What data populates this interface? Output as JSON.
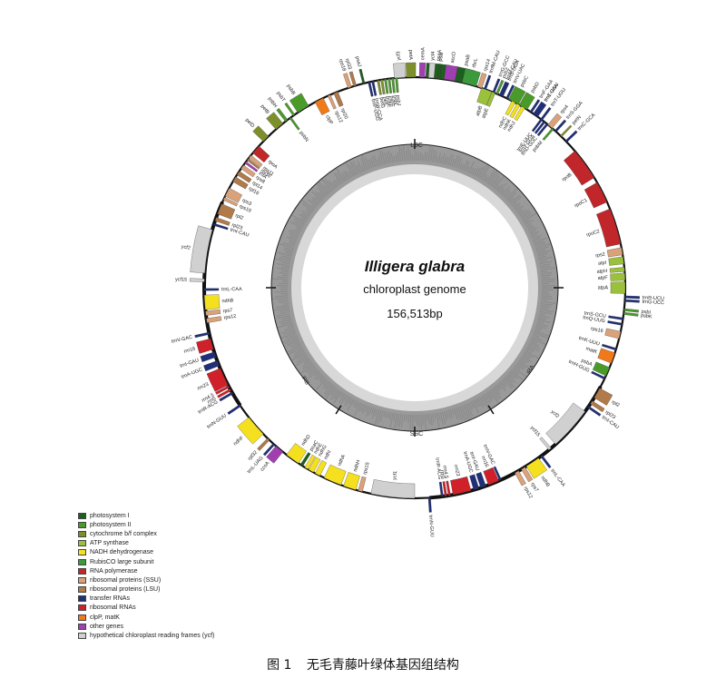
{
  "genome": {
    "species": "Illigera glabra",
    "type_label": "chloroplast genome",
    "size_label": "156,513bp"
  },
  "regions": {
    "lsc": "LSC",
    "ssc": "SSC",
    "ira": "IRA",
    "irb": "IRB"
  },
  "colors": {
    "photosystem_I": "#1e5e1e",
    "photosystem_II": "#4a9a2a",
    "cytochrome": "#7d8f2a",
    "atp": "#9bc13c",
    "ndh": "#f5e020",
    "rubisco": "#3c9a3c",
    "rna_pol": "#c0262a",
    "rps": "#d9a27a",
    "rpl": "#b07a4a",
    "trna": "#1f2f7a",
    "rrna": "#d0202a",
    "clp_mat": "#f07a1a",
    "other": "#a040b0",
    "ycf": "#d0d0d0"
  },
  "genes": [
    {
      "name": "ycf3",
      "angle": -94,
      "span": 3,
      "cat": "ycf",
      "out": true
    },
    {
      "name": "psaA",
      "angle": -84,
      "span": 6,
      "cat": "photosystem_I",
      "out": true
    },
    {
      "name": "psaB",
      "angle": -77,
      "span": 5,
      "cat": "photosystem_I",
      "out": true
    },
    {
      "name": "rps14",
      "angle": -72,
      "span": 1.2,
      "cat": "rps",
      "out": true
    },
    {
      "name": "trnfM-CAU",
      "angle": -70.5,
      "span": 0.6,
      "cat": "trna",
      "out": true
    },
    {
      "name": "trnG-GCC",
      "angle": -68,
      "span": 0.6,
      "cat": "trna",
      "out": true
    },
    {
      "name": "psbZ",
      "angle": -67,
      "span": 0.6,
      "cat": "photosystem_II",
      "out": true
    },
    {
      "name": "trnS-UGA",
      "angle": -65.5,
      "span": 0.6,
      "cat": "trna",
      "out": true
    },
    {
      "name": "psbC",
      "angle": -62,
      "span": 3,
      "cat": "photosystem_II",
      "out": true
    },
    {
      "name": "psbD",
      "angle": -59,
      "span": 2.5,
      "cat": "photosystem_II",
      "out": true
    },
    {
      "name": "trnT-GGU",
      "angle": -55,
      "span": 0.6,
      "cat": "trna",
      "out": true
    },
    {
      "name": "trnE-UUC",
      "angle": -53,
      "span": 0.6,
      "cat": "trna",
      "out": false
    },
    {
      "name": "trnY-GUA",
      "angle": -52,
      "span": 0.6,
      "cat": "trna",
      "out": false
    },
    {
      "name": "trnD-GUC",
      "angle": -51,
      "span": 0.6,
      "cat": "trna",
      "out": false
    },
    {
      "name": "psbM",
      "angle": -49,
      "span": 0.6,
      "cat": "photosystem_II",
      "out": false
    },
    {
      "name": "petN",
      "angle": -46,
      "span": 0.5,
      "cat": "cytochrome",
      "out": true
    },
    {
      "name": "trnC-GCA",
      "angle": -44,
      "span": 0.6,
      "cat": "trna",
      "out": true
    },
    {
      "name": "rpoB",
      "angle": -36,
      "span": 9,
      "cat": "rna_pol",
      "out": false
    },
    {
      "name": "rpoC1",
      "angle": -27,
      "span": 6,
      "cat": "rna_pol",
      "out": false
    },
    {
      "name": "rpoC2",
      "angle": -17,
      "span": 10,
      "cat": "rna_pol",
      "out": false
    },
    {
      "name": "rps2",
      "angle": -10,
      "span": 2,
      "cat": "rps",
      "out": false
    },
    {
      "name": "atpI",
      "angle": -7.5,
      "span": 2,
      "cat": "atp",
      "out": false
    },
    {
      "name": "atpH",
      "angle": -5,
      "span": 1.2,
      "cat": "atp",
      "out": false
    },
    {
      "name": "atpF",
      "angle": -3,
      "span": 2,
      "cat": "atp",
      "out": false
    },
    {
      "name": "atpA",
      "angle": 0,
      "span": 3.2,
      "cat": "atp",
      "out": false
    },
    {
      "name": "trnR-UCU",
      "angle": 2.5,
      "span": 0.6,
      "cat": "trna",
      "out": true
    },
    {
      "name": "trnG-UCC",
      "angle": 3.5,
      "span": 0.6,
      "cat": "trna",
      "out": true
    },
    {
      "name": "psbI",
      "angle": 6,
      "span": 0.6,
      "cat": "photosystem_II",
      "out": true
    },
    {
      "name": "psbK",
      "angle": 7,
      "span": 0.6,
      "cat": "photosystem_II",
      "out": true
    },
    {
      "name": "trnS-GCU",
      "angle": 8.5,
      "span": 0.6,
      "cat": "trna",
      "out": false
    },
    {
      "name": "trnQ-UUG",
      "angle": 10,
      "span": 0.6,
      "cat": "trna",
      "out": false
    },
    {
      "name": "rps16",
      "angle": 13,
      "span": 2,
      "cat": "rps",
      "out": false
    },
    {
      "name": "trnK-UUU",
      "angle": 17,
      "span": 0.6,
      "cat": "trna",
      "out": false
    },
    {
      "name": "matK",
      "angle": 19.5,
      "span": 3,
      "cat": "clp_mat",
      "out": false
    },
    {
      "name": "psbA",
      "angle": 23.5,
      "span": 2.5,
      "cat": "photosystem_II",
      "out": false
    },
    {
      "name": "trnH-GUG",
      "angle": 25.5,
      "span": 0.6,
      "cat": "trna",
      "out": false
    },
    {
      "name": "rpl2",
      "angle": 30,
      "span": 3,
      "cat": "rpl",
      "out": true
    },
    {
      "name": "rpl23",
      "angle": 33,
      "span": 1,
      "cat": "rpl",
      "out": true
    },
    {
      "name": "trnI-CAU",
      "angle": 34.5,
      "span": 0.6,
      "cat": "trna",
      "out": true
    },
    {
      "name": "ycf2",
      "angle": 42,
      "span": 12,
      "cat": "ycf",
      "out": false
    },
    {
      "name": "ycf15",
      "angle": 50,
      "span": 0.8,
      "cat": "ycf",
      "out": false
    },
    {
      "name": "trnL-CAA",
      "angle": 53,
      "span": 0.6,
      "cat": "trna",
      "out": true
    },
    {
      "name": "ndhB",
      "angle": 56,
      "span": 4,
      "cat": "ndh",
      "out": true
    },
    {
      "name": "rps7",
      "angle": 59,
      "span": 1.2,
      "cat": "rps",
      "out": true
    },
    {
      "name": "rps12",
      "angle": 61,
      "span": 1.2,
      "cat": "rps",
      "out": true
    },
    {
      "name": "trnV-GAC",
      "angle": 66,
      "span": 0.6,
      "cat": "trna",
      "out": false
    },
    {
      "name": "rrn16",
      "angle": 68,
      "span": 3,
      "cat": "rrna",
      "out": false
    },
    {
      "name": "trnI-GAU",
      "angle": 71,
      "span": 1.5,
      "cat": "trna",
      "out": false
    },
    {
      "name": "trnA-UGC",
      "angle": 73,
      "span": 1.5,
      "cat": "trna",
      "out": false
    },
    {
      "name": "rrn23",
      "angle": 77,
      "span": 5,
      "cat": "rrna",
      "out": false
    },
    {
      "name": "rrn4.5",
      "angle": 80.5,
      "span": 0.6,
      "cat": "rrna",
      "out": false
    },
    {
      "name": "rrn5",
      "angle": 81.5,
      "span": 0.6,
      "cat": "rrna",
      "out": false
    },
    {
      "name": "trnR-ACG",
      "angle": 82.5,
      "span": 0.6,
      "cat": "trna",
      "out": false
    },
    {
      "name": "trnN-GUU",
      "angle": 86,
      "span": 0.6,
      "cat": "trna",
      "out": true
    },
    {
      "name": "ycf1",
      "angle": 96,
      "span": 12,
      "cat": "ycf",
      "out": false
    },
    {
      "name": "rps15",
      "angle": 105,
      "span": 1.2,
      "cat": "rps",
      "out": false
    },
    {
      "name": "ndhH",
      "angle": 108,
      "span": 3.5,
      "cat": "ndh",
      "out": false
    },
    {
      "name": "ndhA",
      "angle": 113,
      "span": 5,
      "cat": "ndh",
      "out": false
    },
    {
      "name": "ndhI",
      "angle": 117.5,
      "span": 1.5,
      "cat": "ndh",
      "out": false
    },
    {
      "name": "ndhG",
      "angle": 119.5,
      "span": 1.5,
      "cat": "ndh",
      "out": false
    },
    {
      "name": "ndhE",
      "angle": 121,
      "span": 1,
      "cat": "ndh",
      "out": false
    },
    {
      "name": "psaC",
      "angle": 122.5,
      "span": 0.8,
      "cat": "photosystem_I",
      "out": false
    },
    {
      "name": "ndhD",
      "angle": 125.5,
      "span": 4,
      "cat": "ndh",
      "out": false
    },
    {
      "name": "ccsA",
      "angle": 130,
      "span": 2.5,
      "cat": "other",
      "out": true
    },
    {
      "name": "trnL-UAG",
      "angle": 132,
      "span": 0.6,
      "cat": "trna",
      "out": true
    },
    {
      "name": "rpl32",
      "angle": 134,
      "span": 0.8,
      "cat": "rpl",
      "out": true
    },
    {
      "name": "ndhF",
      "angle": 139,
      "span": 6,
      "cat": "ndh",
      "out": true
    },
    {
      "name": "trnN-GUU",
      "angle": 146,
      "span": 0.6,
      "cat": "trna",
      "out": true
    },
    {
      "name": "trnR-ACG",
      "angle": 150,
      "span": 0.6,
      "cat": "trna",
      "out": true
    },
    {
      "name": "rrn5",
      "angle": 151,
      "span": 0.6,
      "cat": "rrna",
      "out": true
    },
    {
      "name": "rrn4.5",
      "angle": 152,
      "span": 0.6,
      "cat": "rrna",
      "out": true
    },
    {
      "name": "rrn23",
      "angle": 155,
      "span": 5,
      "cat": "rrna",
      "out": true
    },
    {
      "name": "trnA-UGC",
      "angle": 159,
      "span": 1.5,
      "cat": "trna",
      "out": true
    },
    {
      "name": "trnI-GAU",
      "angle": 161.5,
      "span": 1.5,
      "cat": "trna",
      "out": true
    },
    {
      "name": "rrn16",
      "angle": 164.5,
      "span": 3,
      "cat": "rrna",
      "out": true
    },
    {
      "name": "trnV-GAC",
      "angle": 167.5,
      "span": 0.6,
      "cat": "trna",
      "out": true
    },
    {
      "name": "rps12",
      "angle": 171,
      "span": 1.2,
      "cat": "rps",
      "out": false
    },
    {
      "name": "rps7",
      "angle": 173,
      "span": 1.2,
      "cat": "rps",
      "out": false
    },
    {
      "name": "ndhB",
      "angle": 176,
      "span": 4,
      "cat": "ndh",
      "out": false
    },
    {
      "name": "trnL-CAA",
      "angle": 179.5,
      "span": 0.6,
      "cat": "trna",
      "out": false
    },
    {
      "name": "ycf15",
      "angle": 182,
      "span": 0.8,
      "cat": "ycf",
      "out": true
    },
    {
      "name": "ycf2",
      "angle": 190,
      "span": 12,
      "cat": "ycf",
      "out": true
    },
    {
      "name": "trnI-CAU",
      "angle": 197.5,
      "span": 0.6,
      "cat": "trna",
      "out": false
    },
    {
      "name": "rpl23",
      "angle": 199,
      "span": 1,
      "cat": "rpl",
      "out": false
    },
    {
      "name": "rpl2",
      "angle": 202,
      "span": 3,
      "cat": "rpl",
      "out": false
    },
    {
      "name": "rps19",
      "angle": 205,
      "span": 0.8,
      "cat": "rps",
      "out": false
    },
    {
      "name": "rps3",
      "angle": 207,
      "span": 2.5,
      "cat": "rps",
      "out": false
    },
    {
      "name": "rpl16",
      "angle": 211,
      "span": 1.5,
      "cat": "rpl",
      "out": false
    },
    {
      "name": "rpl14",
      "angle": 213,
      "span": 1.2,
      "cat": "rpl",
      "out": false
    },
    {
      "name": "rps8",
      "angle": 215,
      "span": 1.2,
      "cat": "rps",
      "out": false
    },
    {
      "name": "infA",
      "angle": 216.5,
      "span": 0.6,
      "cat": "other",
      "out": false
    },
    {
      "name": "rpl36",
      "angle": 217.5,
      "span": 0.6,
      "cat": "rpl",
      "out": false
    },
    {
      "name": "rps11",
      "angle": 218.5,
      "span": 1,
      "cat": "rps",
      "out": false
    },
    {
      "name": "rpoA",
      "angle": 221,
      "span": 2.5,
      "cat": "rna_pol",
      "out": false
    },
    {
      "name": "petD",
      "angle": 225,
      "span": 2,
      "cat": "cytochrome",
      "out": true
    },
    {
      "name": "petB",
      "angle": 230,
      "span": 2.5,
      "cat": "cytochrome",
      "out": true
    },
    {
      "name": "psbH",
      "angle": 232.5,
      "span": 0.8,
      "cat": "photosystem_II",
      "out": true
    },
    {
      "name": "psbN",
      "angle": 233.8,
      "span": 0.6,
      "cat": "photosystem_II",
      "out": false
    },
    {
      "name": "psbT",
      "angle": 235,
      "span": 0.6,
      "cat": "photosystem_II",
      "out": true
    },
    {
      "name": "psbB",
      "angle": 238,
      "span": 3.5,
      "cat": "photosystem_II",
      "out": true
    },
    {
      "name": "clpP",
      "angle": 243,
      "span": 2.5,
      "cat": "clp_mat",
      "out": false
    },
    {
      "name": "rps12",
      "angle": 246,
      "span": 0.8,
      "cat": "rps",
      "out": false
    },
    {
      "name": "rpl20",
      "angle": 248,
      "span": 1.2,
      "cat": "rpl",
      "out": false
    },
    {
      "name": "rps18",
      "angle": 252,
      "span": 1,
      "cat": "rps",
      "out": true
    },
    {
      "name": "rpl33",
      "angle": 253.5,
      "span": 0.8,
      "cat": "rpl",
      "out": true
    },
    {
      "name": "psaJ",
      "angle": 256,
      "span": 0.6,
      "cat": "photosystem_I",
      "out": true
    },
    {
      "name": "trnP-UGG",
      "angle": 257.5,
      "span": 0.6,
      "cat": "trna",
      "out": false
    },
    {
      "name": "trnW-CCA",
      "angle": 258.5,
      "span": 0.6,
      "cat": "trna",
      "out": false
    },
    {
      "name": "petG",
      "angle": 260,
      "span": 0.6,
      "cat": "cytochrome",
      "out": false
    },
    {
      "name": "petL",
      "angle": 261,
      "span": 0.6,
      "cat": "cytochrome",
      "out": false
    },
    {
      "name": "psbE",
      "angle": 262,
      "span": 0.6,
      "cat": "photosystem_II",
      "out": false
    },
    {
      "name": "psbF",
      "angle": 263,
      "span": 0.6,
      "cat": "photosystem_II",
      "out": false
    },
    {
      "name": "psbL",
      "angle": 264,
      "span": 0.6,
      "cat": "photosystem_II",
      "out": false
    },
    {
      "name": "psbJ",
      "angle": 265,
      "span": 0.6,
      "cat": "photosystem_II",
      "out": false
    },
    {
      "name": "petA",
      "angle": 269,
      "span": 2.5,
      "cat": "cytochrome",
      "out": true
    },
    {
      "name": "cemA",
      "angle": 272,
      "span": 1.5,
      "cat": "other",
      "out": true
    },
    {
      "name": "ycf4",
      "angle": 274.5,
      "span": 1.5,
      "cat": "ycf",
      "out": true
    },
    {
      "name": "psaI",
      "angle": 276.5,
      "span": 0.6,
      "cat": "photosystem_I",
      "out": true
    },
    {
      "name": "accD",
      "angle": 279.5,
      "span": 3,
      "cat": "other",
      "out": true
    },
    {
      "name": "rbcL",
      "angle": 285,
      "span": 4,
      "cat": "rubisco",
      "out": true
    },
    {
      "name": "atpB",
      "angle": 290,
      "span": 3,
      "cat": "atp",
      "out": false
    },
    {
      "name": "atpE",
      "angle": 292,
      "span": 1,
      "cat": "atp",
      "out": false
    },
    {
      "name": "trnM-CAU",
      "angle": 294,
      "span": 0.6,
      "cat": "trna",
      "out": true
    },
    {
      "name": "trnV-UAC",
      "angle": 296,
      "span": 0.6,
      "cat": "trna",
      "out": true
    },
    {
      "name": "ndhC",
      "angle": 298,
      "span": 1,
      "cat": "ndh",
      "out": false
    },
    {
      "name": "ndhK",
      "angle": 299.5,
      "span": 1,
      "cat": "ndh",
      "out": false
    },
    {
      "name": "ndhJ",
      "angle": 301,
      "span": 1,
      "cat": "ndh",
      "out": false
    },
    {
      "name": "trnF-GAA",
      "angle": 303.5,
      "span": 0.6,
      "cat": "trna",
      "out": true
    },
    {
      "name": "trnL-UAA",
      "angle": 305,
      "span": 1.5,
      "cat": "trna",
      "out": true
    },
    {
      "name": "trnT-UGU",
      "angle": 307,
      "span": 0.6,
      "cat": "trna",
      "out": true
    },
    {
      "name": "rps4",
      "angle": 310,
      "span": 1.5,
      "cat": "rps",
      "out": true
    },
    {
      "name": "trnS-GGA",
      "angle": 312,
      "span": 0.6,
      "cat": "trna",
      "out": true
    }
  ],
  "legend": [
    {
      "label": "photosystem I",
      "cat": "photosystem_I"
    },
    {
      "label": "photosystem II",
      "cat": "photosystem_II"
    },
    {
      "label": "cytochrome b/f complex",
      "cat": "cytochrome"
    },
    {
      "label": "ATP synthase",
      "cat": "atp"
    },
    {
      "label": "NADH dehydrogenase",
      "cat": "ndh"
    },
    {
      "label": "RubisCO large subunit",
      "cat": "rubisco"
    },
    {
      "label": "RNA polymerase",
      "cat": "rna_pol"
    },
    {
      "label": "ribosomal proteins (SSU)",
      "cat": "rps"
    },
    {
      "label": "ribosomal proteins (LSU)",
      "cat": "rpl"
    },
    {
      "label": "transfer RNAs",
      "cat": "trna"
    },
    {
      "label": "ribosomal RNAs",
      "cat": "rrna"
    },
    {
      "label": "clpP, matK",
      "cat": "clp_mat"
    },
    {
      "label": "other genes",
      "cat": "other"
    },
    {
      "label": "hypothetical chloroplast reading frames (ycf)",
      "cat": "ycf"
    }
  ],
  "caption": {
    "figure_no": "图 1",
    "text": "无毛青藤叶绿体基因组结构"
  }
}
